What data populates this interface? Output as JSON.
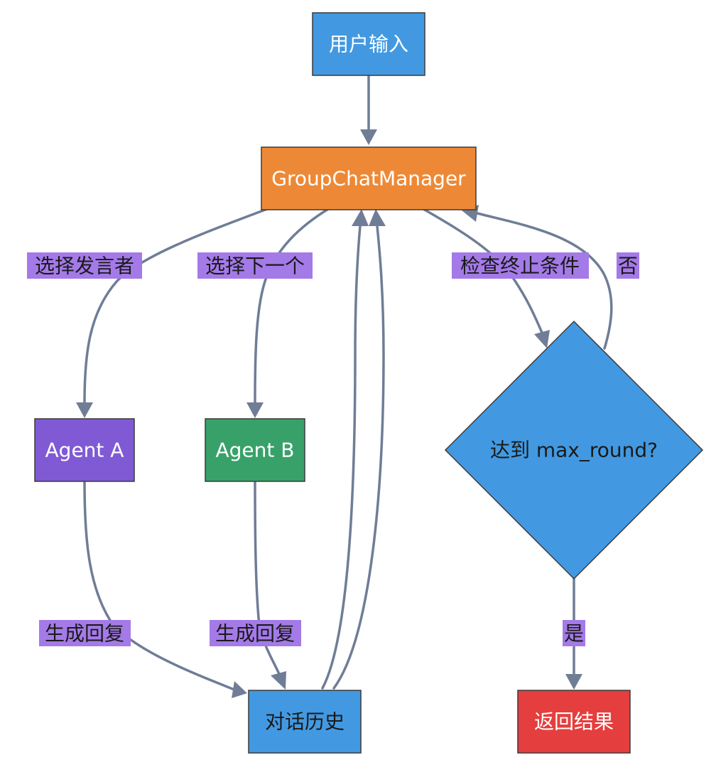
{
  "colors": {
    "blue": "#4299e1",
    "orange": "#ed8936",
    "purple": "#805ad5",
    "green": "#38a169",
    "red": "#e53e3e",
    "edge": "#6f7d96",
    "label_bg": "#a47ae8"
  },
  "nodes": {
    "user_input": {
      "label": "用户输入"
    },
    "manager": {
      "label": "GroupChatManager"
    },
    "agent_a": {
      "label": "Agent A"
    },
    "agent_b": {
      "label": "Agent B"
    },
    "decision": {
      "label": "达到 max_round?"
    },
    "history": {
      "label": "对话历史"
    },
    "result": {
      "label": "返回结果"
    }
  },
  "edge_labels": {
    "select_speaker": "选择发言者",
    "select_next": "选择下一个",
    "check_termination": "检查终止条件",
    "no": "否",
    "generate_reply_a": "生成回复",
    "generate_reply_b": "生成回复",
    "yes": "是"
  }
}
